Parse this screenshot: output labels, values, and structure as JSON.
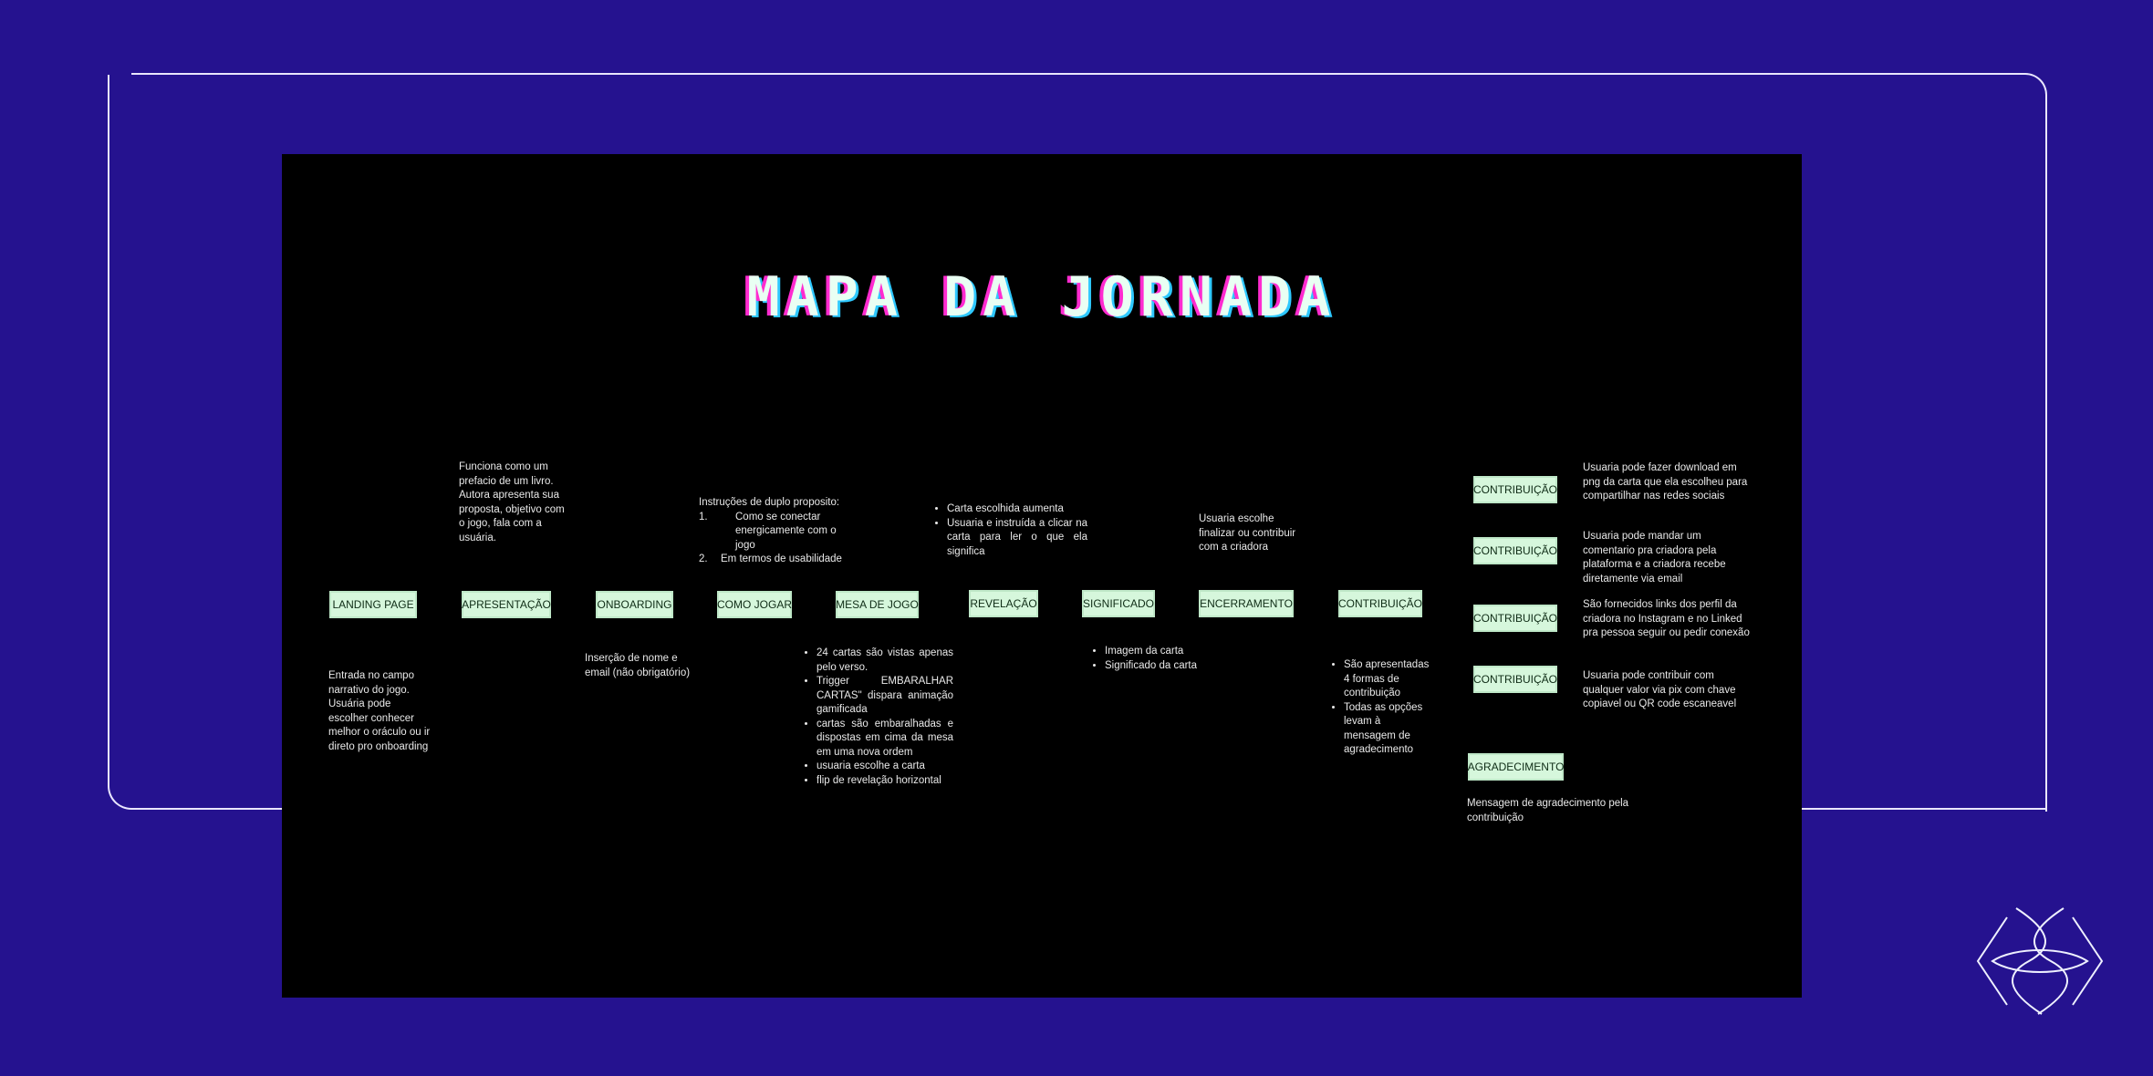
{
  "title": "MAPA DA JORNADA",
  "colors": {
    "background": "#25128f",
    "canvas": "#000000",
    "box_fill": "#d6f7dc",
    "title_pink": "#ff2bd0",
    "title_cyan": "#2ec8ff"
  },
  "nodes": {
    "landing": "LANDING PAGE",
    "apresentacao": "APRESENTAÇÃO",
    "onboarding": "ONBOARDING",
    "como_jogar": "COMO JOGAR",
    "mesa": "MESA DE JOGO",
    "revelacao": "REVELAÇÃO",
    "significado": "SIGNIFICADO",
    "encerramento": "ENCERRAMENTO",
    "contribuicao_main": "CONTRIBUIÇÃO",
    "contribuicao_1": "CONTRIBUIÇÃO",
    "contribuicao_2": "CONTRIBUIÇÃO",
    "contribuicao_3": "CONTRIBUIÇÃO",
    "contribuicao_4": "CONTRIBUIÇÃO",
    "agradecimento": "AGRADECIMENTO"
  },
  "notes": {
    "landing": "Entrada no campo narrativo do jogo. Usuária pode escolher conhecer melhor o oráculo ou ir direto pro onboarding",
    "apresentacao": "Funciona como um prefacio de um livro. Autora apresenta sua proposta, objetivo com o jogo, fala com a usuária.",
    "onboarding": "Inserção de nome e email (não obrigatório)",
    "como_jogar": {
      "intro": "Instruções de duplo proposito:",
      "items": [
        "Como se conectar energicamente com o jogo",
        "Em termos de usabilidade"
      ]
    },
    "mesa": [
      "24 cartas são vistas apenas pelo verso.",
      "Trigger EMBARALHAR CARTAS\" dispara animação gamificada",
      "cartas são embaralhadas e dispostas em cima da mesa em uma nova ordem",
      "usuaria escolhe a carta",
      "flip de revelação horizontal"
    ],
    "revelacao": [
      "Carta escolhida aumenta",
      "Usuaria e instruída a clicar na carta para ler o que ela significa"
    ],
    "significado": [
      "Imagem da carta",
      "Significado da carta"
    ],
    "encerramento": "Usuaria escolhe finalizar ou contribuir com a criadora",
    "contribuicao_main": [
      "São apresentadas 4 formas de contribuição",
      "Todas as opções levam à mensagem de agradecimento"
    ],
    "contribuicao_1": "Usuaria pode fazer download em png da carta que ela escolheu para compartilhar nas redes sociais",
    "contribuicao_2": "Usuaria pode mandar um comentario pra criadora pela plataforma e a criadora recebe diretamente via email",
    "contribuicao_3": "São fornecidos links dos perfil da criadora no Instagram e no Linked pra pessoa seguir ou pedir conexão",
    "contribuicao_4": "Usuaria pode contribuir com qualquer valor via pix com chave copiavel ou QR code escaneavel",
    "agradecimento": "Mensagem de agradecimento pela contribuição"
  },
  "logo_icon": "diamond-knot-logo-icon"
}
